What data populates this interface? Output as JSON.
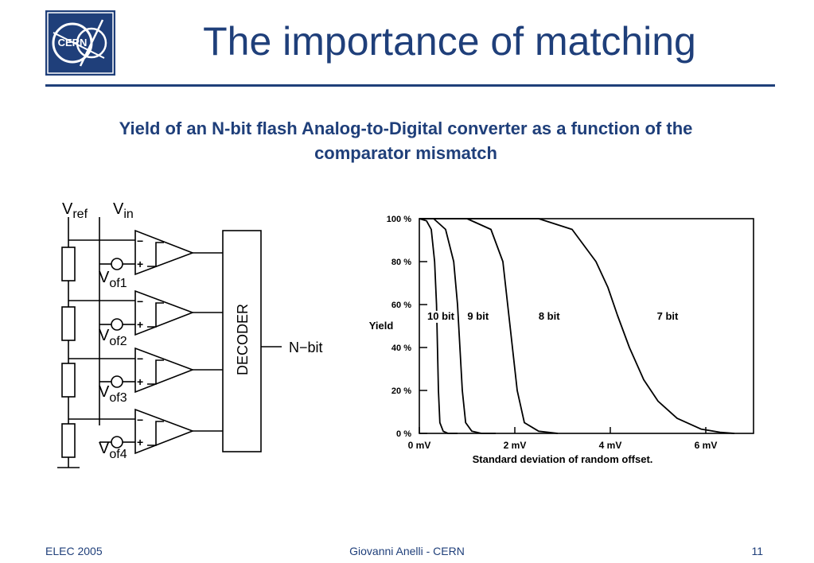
{
  "slide": {
    "title": "The importance of matching",
    "subtitle_line1": "Yield of an N-bit flash Analog-to-Digital converter as a function of the",
    "subtitle_line2": "comparator mismatch",
    "logo_text": "CERN",
    "colors": {
      "accent": "#1f3f7a",
      "ink": "#000000",
      "background": "#ffffff"
    }
  },
  "schematic": {
    "vref": {
      "main": "V",
      "sub": "ref"
    },
    "vin": {
      "main": "V",
      "sub": "in"
    },
    "offsets": [
      {
        "main": "V",
        "sub": "of1"
      },
      {
        "main": "V",
        "sub": "of2"
      },
      {
        "main": "V",
        "sub": "of3"
      },
      {
        "main": "V",
        "sub": "of4"
      }
    ],
    "minus": "−",
    "plus": "+",
    "decoder": "DECODER",
    "output": "N−bit"
  },
  "chart_data": {
    "type": "line",
    "title": "",
    "xlabel": "Standard deviation of random offset.",
    "ylabel": "Yield",
    "xlim": [
      0,
      7
    ],
    "ylim": [
      0,
      100
    ],
    "x_tick_values": [
      0,
      2,
      4,
      6
    ],
    "x_tick_labels": [
      "0 mV",
      "2 mV",
      "4 mV",
      "6 mV"
    ],
    "y_tick_values": [
      0,
      20,
      40,
      60,
      80,
      100
    ],
    "y_tick_labels": [
      "0 %",
      "20 %",
      "40 %",
      "60 %",
      "80 %",
      "100 %"
    ],
    "grid": false,
    "series": [
      {
        "name": "10 bit",
        "label_at": [
          0.45,
          53
        ],
        "x": [
          0.0,
          0.15,
          0.25,
          0.32,
          0.36,
          0.38,
          0.4,
          0.43,
          0.5,
          0.6,
          0.8
        ],
        "y": [
          100,
          99,
          95,
          80,
          60,
          40,
          20,
          5,
          1,
          0,
          0
        ]
      },
      {
        "name": "9 bit",
        "label_at": [
          1.23,
          53
        ],
        "x": [
          0.0,
          0.3,
          0.55,
          0.72,
          0.8,
          0.85,
          0.9,
          0.97,
          1.1,
          1.3,
          1.6
        ],
        "y": [
          100,
          100,
          95,
          80,
          60,
          40,
          20,
          5,
          1,
          0,
          0
        ]
      },
      {
        "name": "8 bit",
        "label_at": [
          2.72,
          53
        ],
        "x": [
          0.0,
          1.0,
          1.5,
          1.75,
          1.85,
          1.95,
          2.05,
          2.2,
          2.5,
          2.9
        ],
        "y": [
          100,
          100,
          95,
          80,
          60,
          40,
          20,
          5,
          1,
          0
        ]
      },
      {
        "name": "7 bit",
        "label_at": [
          5.2,
          53
        ],
        "x": [
          0.0,
          2.5,
          3.2,
          3.7,
          3.95,
          4.15,
          4.4,
          4.7,
          5.0,
          5.4,
          5.9,
          6.3,
          6.6
        ],
        "y": [
          100,
          100,
          95,
          80,
          68,
          55,
          40,
          25,
          15,
          7,
          2,
          0.5,
          0
        ]
      }
    ]
  },
  "footer": {
    "left": "ELEC 2005",
    "center": "Giovanni Anelli - CERN",
    "right": "11"
  }
}
